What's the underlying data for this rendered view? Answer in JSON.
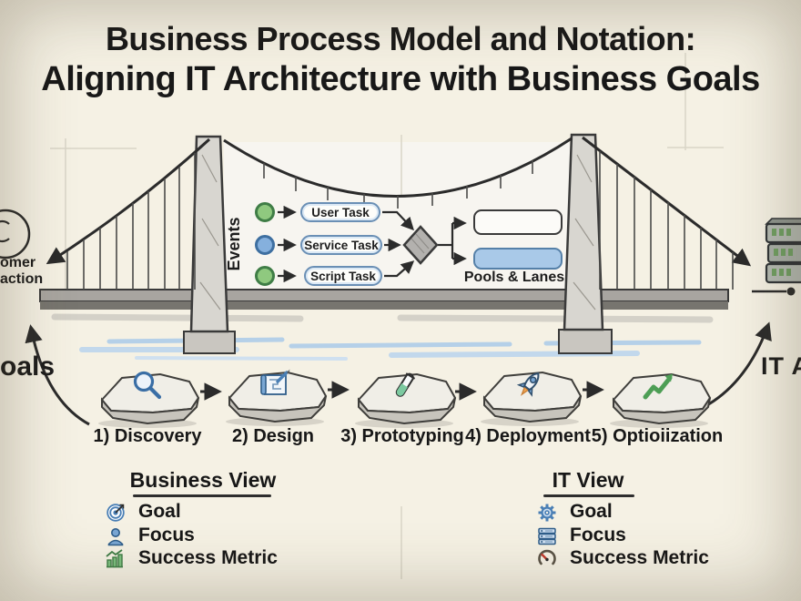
{
  "title": {
    "line1": "Business Process Model and Notation:",
    "line2": "Aligning IT Architecture with Business Goals"
  },
  "bridge": {
    "events_label": "Events",
    "tasks": [
      "User Task",
      "Service Task",
      "Script Task"
    ],
    "pools_label": "Pools & Lanes",
    "left_endpoint": {
      "line1": "omer",
      "line2": "action"
    },
    "left_goal_label": "oals",
    "right_endpoint_label": "IT A"
  },
  "process_steps": [
    {
      "label": "1) Discovery",
      "icon": "magnifier-icon"
    },
    {
      "label": "2) Design",
      "icon": "blueprint-icon"
    },
    {
      "label": "3) Prototyping",
      "icon": "test-tube-icon"
    },
    {
      "label": "4) Deployment",
      "icon": "rocket-icon"
    },
    {
      "label": "5) Optioiization",
      "icon": "growth-arrow-icon"
    }
  ],
  "views": {
    "business": {
      "title": "Business View",
      "items": [
        {
          "icon": "target-icon",
          "label": "Goal"
        },
        {
          "icon": "person-icon",
          "label": "Focus"
        },
        {
          "icon": "bar-chart-icon",
          "label": "Success Metric"
        }
      ]
    },
    "it": {
      "title": "IT View",
      "items": [
        {
          "icon": "gear-icon",
          "label": "Goal"
        },
        {
          "icon": "server-stack-icon",
          "label": "Focus"
        },
        {
          "icon": "gauge-icon",
          "label": "Success Metric"
        }
      ]
    }
  },
  "colors": {
    "background": "#f5f1e4",
    "ink": "#1e1e1e",
    "event_green": "#8fc97f",
    "event_blue": "#85b0dd",
    "task_border_blue": "#6a8fb5",
    "pool_fill_blue": "#a9c9e8",
    "gateway_gray": "#b3b1ae",
    "icon_blue": "#4a7fb5",
    "growth_green": "#4d9e55",
    "water_blue": "#b5d0e8"
  }
}
